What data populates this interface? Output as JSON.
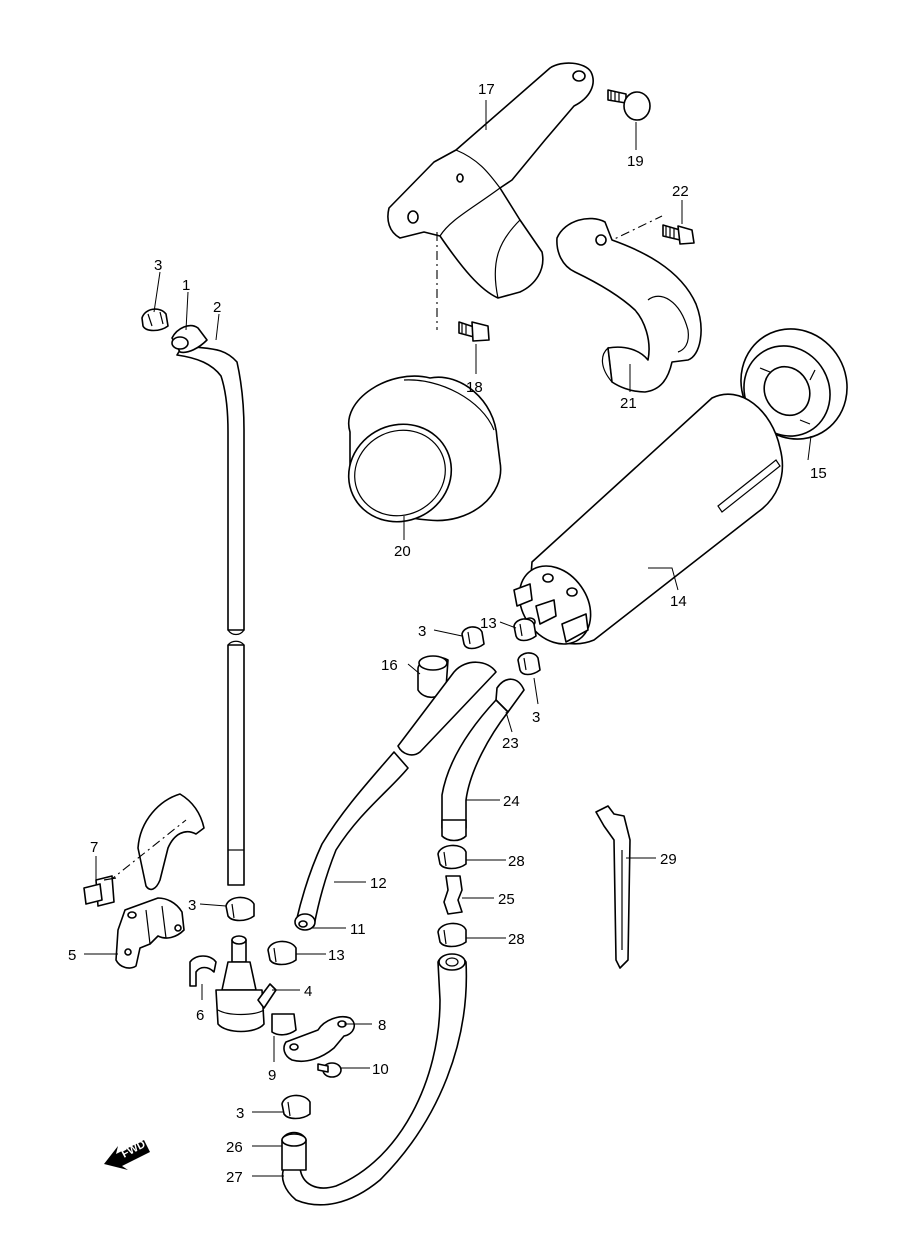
{
  "callouts": {
    "c1": "1",
    "c2": "2",
    "c3a": "3",
    "c3b": "3",
    "c3c": "3",
    "c3d": "3",
    "c3e": "3",
    "c4": "4",
    "c5": "5",
    "c6": "6",
    "c7": "7",
    "c8": "8",
    "c9": "9",
    "c10": "10",
    "c11": "11",
    "c12": "12",
    "c13a": "13",
    "c13b": "13",
    "c14": "14",
    "c15": "15",
    "c16": "16",
    "c17": "17",
    "c18": "18",
    "c19": "19",
    "c20": "20",
    "c21": "21",
    "c22": "22",
    "c23": "23",
    "c24": "24",
    "c25": "25",
    "c26": "26",
    "c27": "27",
    "c28a": "28",
    "c28b": "28",
    "c29": "29"
  },
  "fwd_arrow": {
    "label": "FWD"
  }
}
